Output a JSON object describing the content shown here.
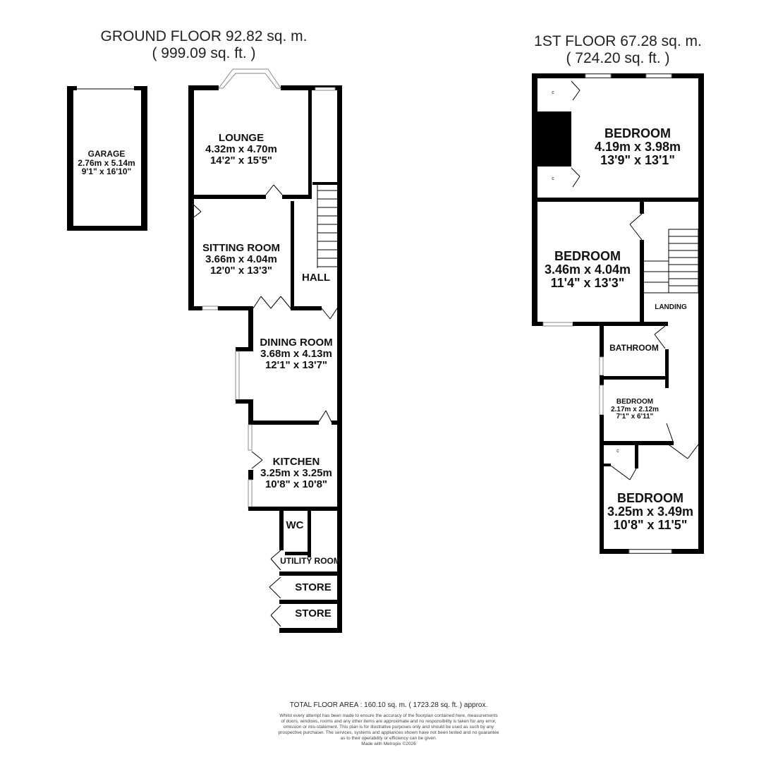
{
  "ground_floor": {
    "title": "GROUND FLOOR 92.82 sq. m.",
    "subtitle": "( 999.09 sq. ft. )",
    "rooms": [
      {
        "name": "GARAGE",
        "metric": "2.76m x 5.14m",
        "imperial": "9'1\" x 16'10\""
      },
      {
        "name": "LOUNGE",
        "metric": "4.32m x 4.70m",
        "imperial": "14'2\" x 15'5\""
      },
      {
        "name": "SITTING ROOM",
        "metric": "3.66m x 4.04m",
        "imperial": "12'0\" x 13'3\""
      },
      {
        "name": "HALL"
      },
      {
        "name": "DINING ROOM",
        "metric": "3.68m x 4.13m",
        "imperial": "12'1\" x 13'7\""
      },
      {
        "name": "KITCHEN",
        "metric": "3.25m x 3.25m",
        "imperial": "10'8\" x 10'8\""
      },
      {
        "name": "WC"
      },
      {
        "name": "UTILITY ROOM"
      },
      {
        "name": "STORE"
      },
      {
        "name": "STORE"
      }
    ]
  },
  "first_floor": {
    "title": "1ST FLOOR 67.28 sq. m.",
    "subtitle": "( 724.20 sq. ft. )",
    "rooms": [
      {
        "name": "BEDROOM",
        "metric": "4.19m x 3.98m",
        "imperial": "13'9\" x 13'1\""
      },
      {
        "name": "BEDROOM",
        "metric": "3.46m x 4.04m",
        "imperial": "11'4\" x 13'3\""
      },
      {
        "name": "LANDING"
      },
      {
        "name": "BATHROOM"
      },
      {
        "name": "BEDROOM",
        "metric": "2.17m x 2.12m",
        "imperial": "7'1\" x 6'11\""
      },
      {
        "name": "BEDROOM",
        "metric": "3.25m x 3.49m",
        "imperial": "10'8\" x 11'5\""
      }
    ],
    "cupboard_label": "c"
  },
  "footer": {
    "total": "TOTAL FLOOR AREA : 160.10 sq. m. ( 1723.28 sq. ft. ) approx.",
    "disclaimer": [
      "Whilst every attempt has been made to ensure the accuracy of the floorplan contained here, measurements",
      "of doors, windows, rooms and any other items are approximate and no responsibility is taken for any error,",
      "omission or mis-statement. This plan is for illustrative purposes only and should be used as such by any",
      "prospective purchaser. The services, systems and appliances shown have not been tested and no guarantee",
      "as to their operability or efficiency can be given."
    ],
    "made_with": "Made with Metropix ©2026"
  }
}
